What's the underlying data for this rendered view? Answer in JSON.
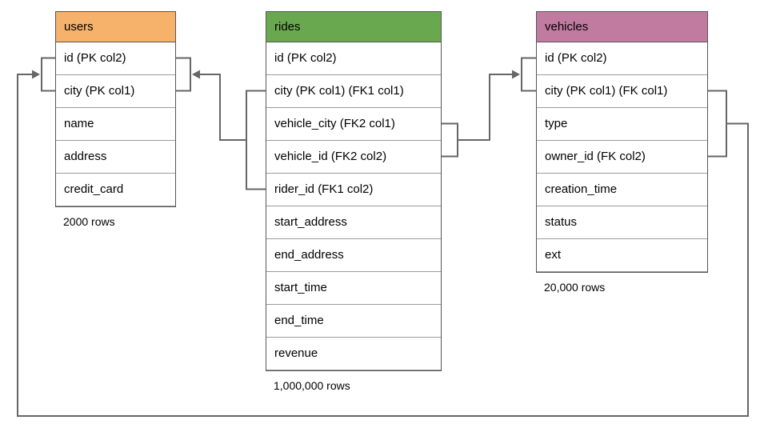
{
  "diagram": {
    "connector_color": "#666666",
    "tables": [
      {
        "name": "users",
        "header_color": "#F6B26B",
        "rows": [
          "id (PK col2)",
          "city (PK col1)",
          "name",
          "address",
          "credit_card"
        ],
        "row_count_label": "2000 rows"
      },
      {
        "name": "rides",
        "header_color": "#6AA84F",
        "rows": [
          "id (PK col2)",
          "city (PK col1) (FK1 col1)",
          "vehicle_city (FK2 col1)",
          "vehicle_id (FK2 col2)",
          "rider_id (FK1 col2)",
          "start_address",
          "end_address",
          "start_time",
          "end_time",
          "revenue"
        ],
        "row_count_label": "1,000,000 rows"
      },
      {
        "name": "vehicles",
        "header_color": "#C27BA0",
        "rows": [
          "id (PK col2)",
          "city (PK col1) (FK col1)",
          "type",
          "owner_id (FK col2)",
          "creation_time",
          "status",
          "ext"
        ],
        "row_count_label": "20,000 rows"
      }
    ]
  }
}
